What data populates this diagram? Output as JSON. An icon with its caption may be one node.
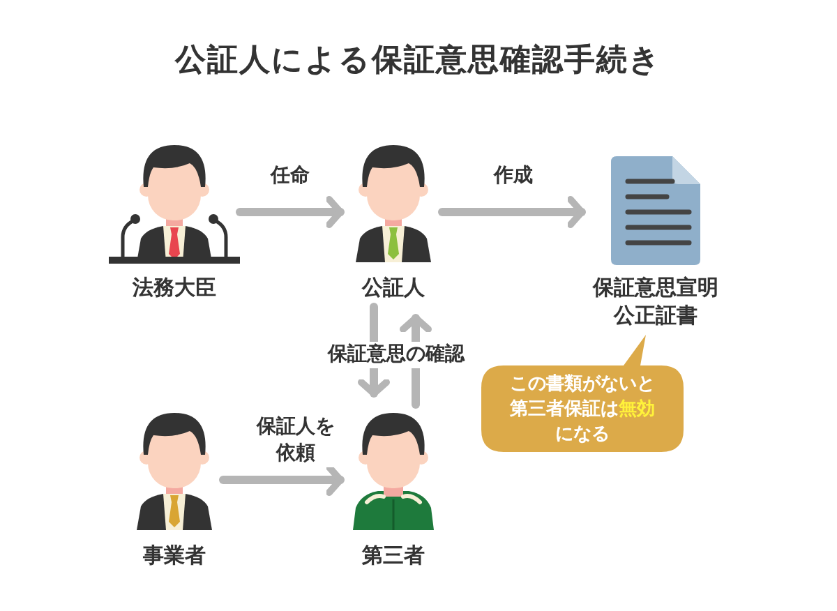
{
  "diagram": {
    "title": "公証人による保証意思確認手続き",
    "nodes": [
      {
        "text": [
          "法務大臣"
        ]
      },
      {
        "text": [
          "公証人"
        ]
      },
      {
        "text": [
          "保証意思宣明公正証書"
        ]
      },
      {
        "text": [
          "事業者"
        ]
      },
      {
        "text": [
          "第三者"
        ]
      },
      {
        "text": [
          "この書類がないと第三者保証は**無効**になる"
        ]
      }
    ],
    "edges": [
      {
        "from": 0,
        "to": 1,
        "arrow": "to",
        "label": "任命"
      },
      {
        "from": 1,
        "to": 2,
        "arrow": "to",
        "label": "作成"
      },
      {
        "from": 3,
        "to": 4,
        "arrow": "to",
        "label": "保証人を依頼"
      },
      {
        "from": 1,
        "to": 4,
        "arrow": "to",
        "label": "保証意思の確認"
      },
      {
        "from": 4,
        "to": 1,
        "arrow": "to"
      }
    ]
  }
}
